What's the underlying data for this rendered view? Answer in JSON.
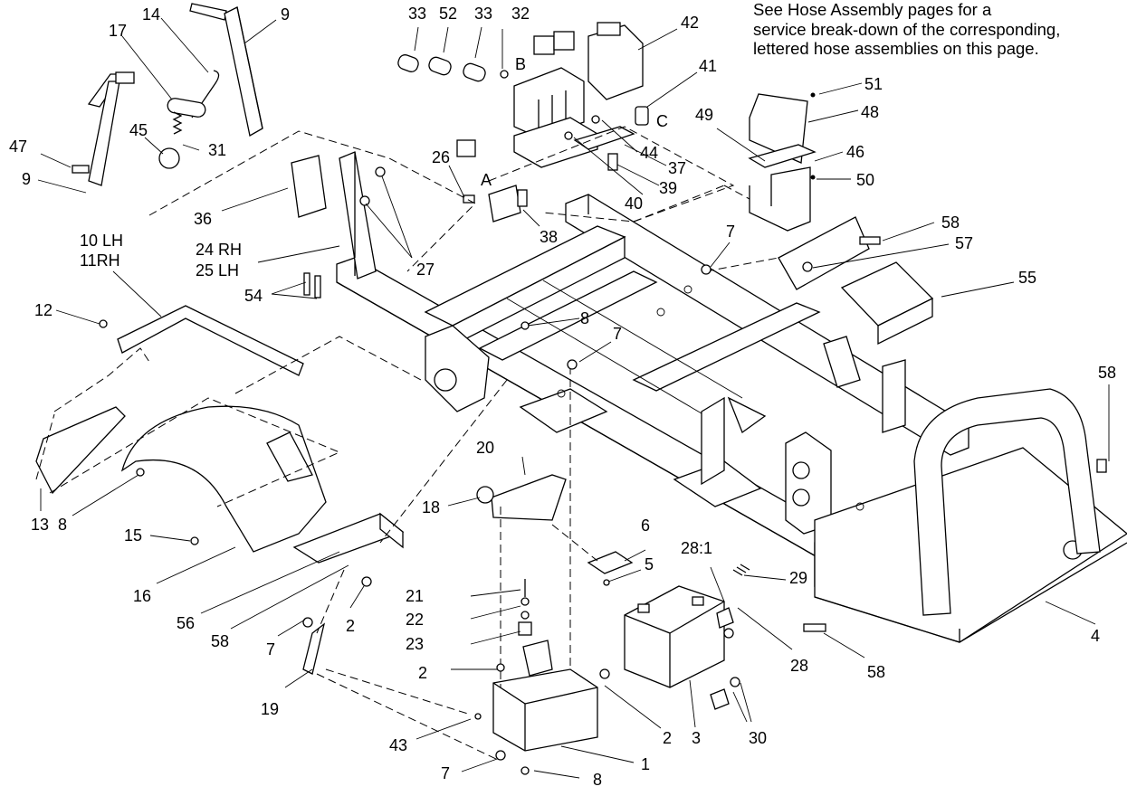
{
  "note": {
    "lines": [
      "See Hose Assembly pages for a",
      "service break-down of the corresponding,",
      "lettered hose assemblies on this page."
    ]
  },
  "callouts": {
    "c14": "14",
    "c9a": "9",
    "c33a": "33",
    "c52": "52",
    "c33b": "33",
    "c32": "32",
    "c42": "42",
    "c41": "41",
    "c17": "17",
    "cB": "B",
    "cC": "C",
    "c51": "51",
    "c48": "48",
    "c49": "49",
    "c45": "45",
    "c31": "31",
    "c47": "47",
    "c44": "44",
    "c37": "37",
    "c46": "46",
    "c9b": "9",
    "c26": "26",
    "cA": "A",
    "c39": "39",
    "c50": "50",
    "c40": "40",
    "c36": "36",
    "c38": "38",
    "c7a": "7",
    "c58a": "58",
    "c10": "10 LH",
    "c11": "11RH",
    "c24": "24 RH",
    "c25": "25 LH",
    "c27": "27",
    "c57": "57",
    "c54": "54",
    "c55": "55",
    "c12": "12",
    "c8a": "8",
    "c7b": "7",
    "c58b": "58",
    "c20": "20",
    "c13": "13",
    "c8b": "8",
    "c18": "18",
    "c6": "6",
    "c15": "15",
    "c5": "5",
    "c16": "16",
    "c28a": "28:1",
    "c29": "29",
    "c21": "21",
    "c56": "56",
    "c22": "22",
    "c2a": "2",
    "c4": "4",
    "c58c": "58",
    "c7c": "7",
    "c23": "23",
    "c28b": "28",
    "c58d": "58",
    "c2b": "2",
    "c19": "19",
    "c43": "43",
    "c2c": "2",
    "c3": "3",
    "c30": "30",
    "c7d": "7",
    "c1": "1",
    "c8c": "8"
  }
}
